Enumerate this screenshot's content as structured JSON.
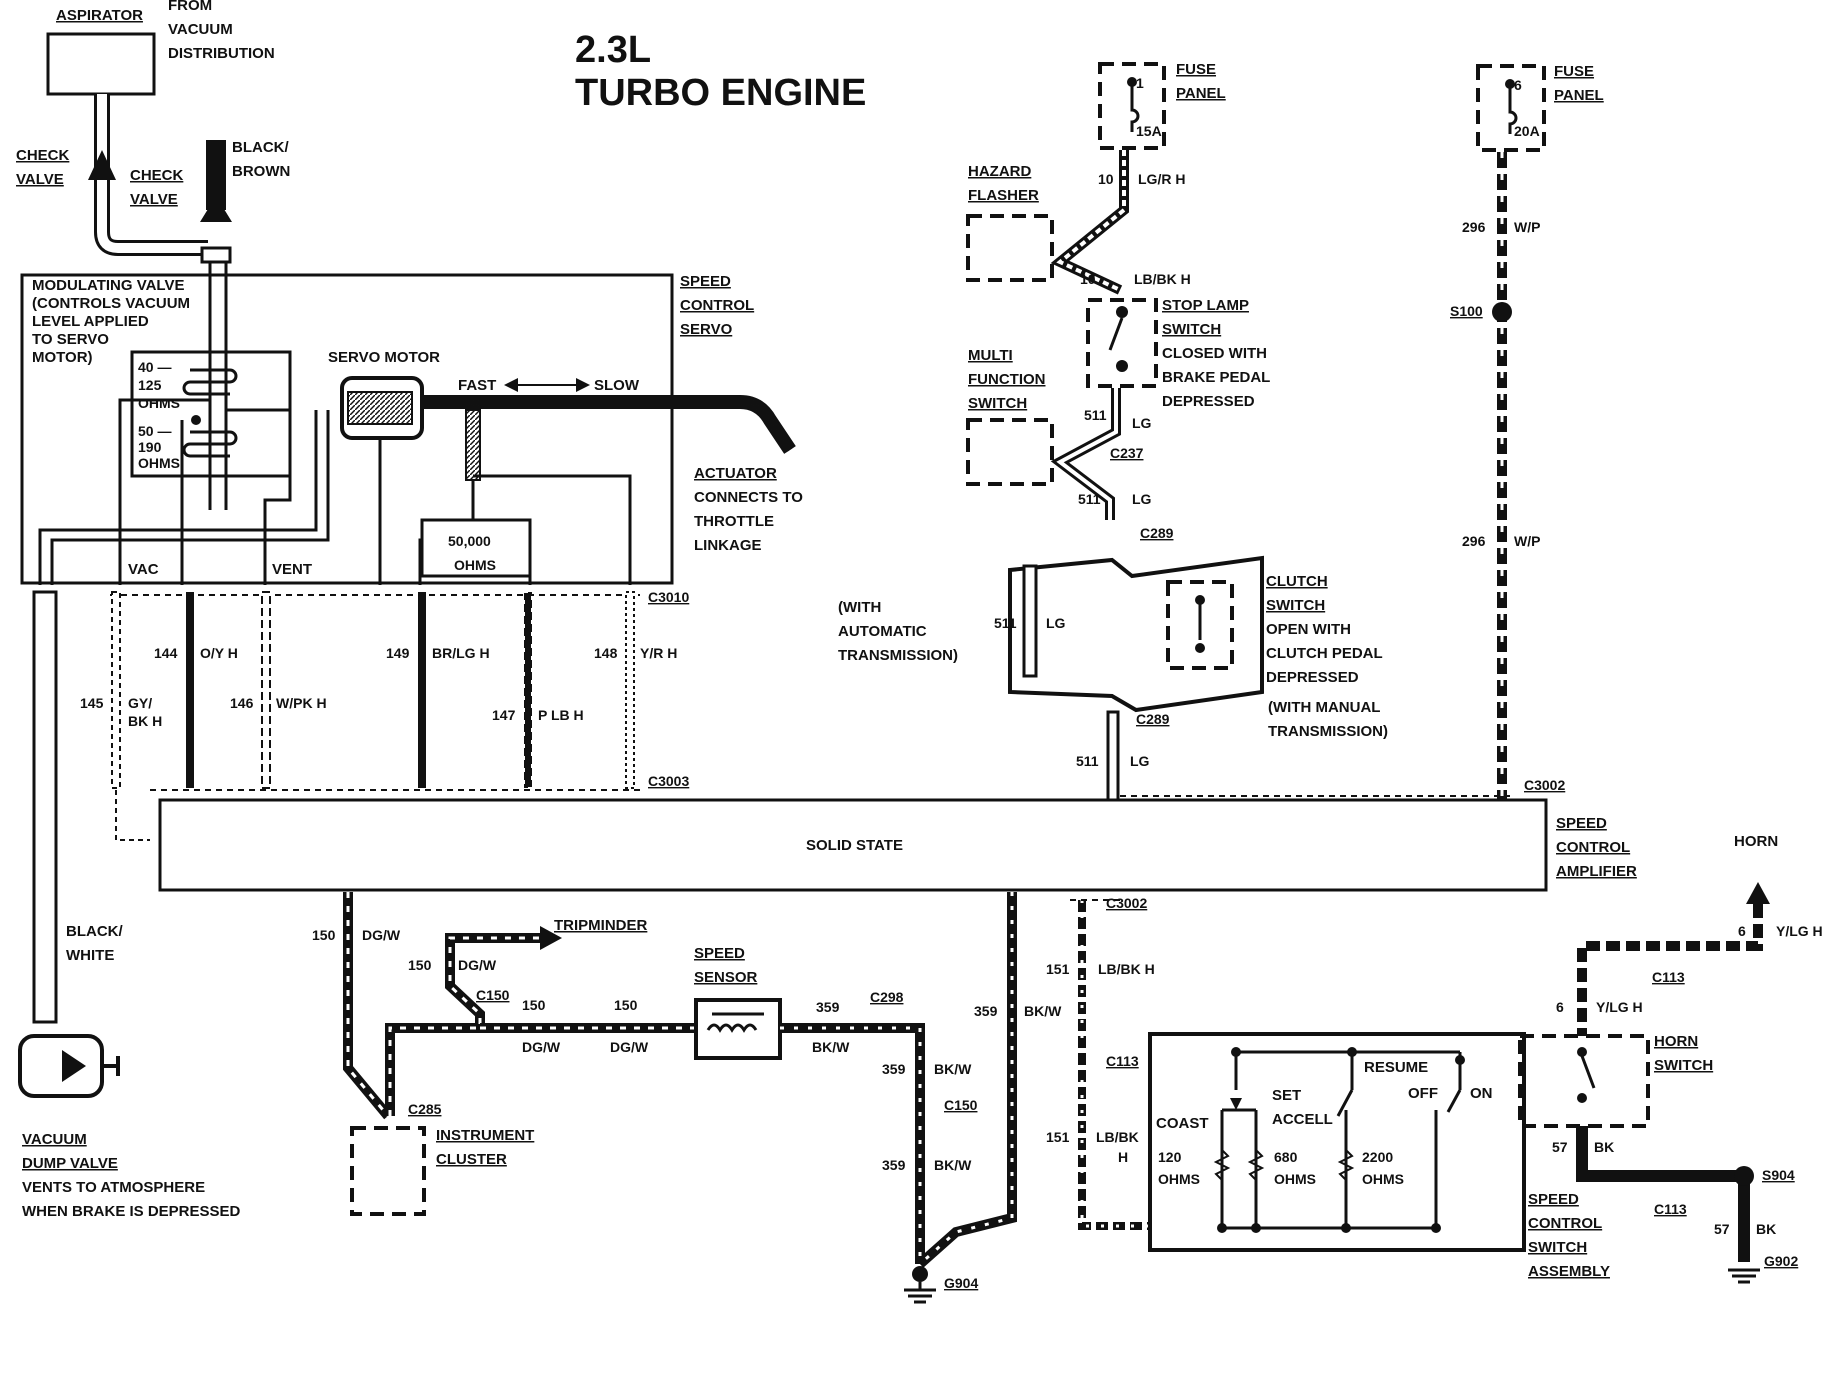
{
  "title": [
    "2.3L",
    "TURBO ENGINE"
  ],
  "top_left": {
    "aspirator": "ASPIRATOR",
    "from_vacuum": [
      "FROM",
      "VACUUM",
      "DISTRIBUTION"
    ],
    "check_valve_left": [
      "CHECK",
      "VALVE"
    ],
    "check_valve_right": [
      "CHECK",
      "VALVE"
    ],
    "black_brown": [
      "BLACK/",
      "BROWN"
    ]
  },
  "servo": {
    "title": [
      "SPEED",
      "CONTROL",
      "SERVO"
    ],
    "modulating_valve": [
      "MODULATING VALVE",
      "(CONTROLS VACUUM",
      "LEVEL APPLIED",
      "TO SERVO",
      "MOTOR)"
    ],
    "ohms_1": [
      "40 —",
      "125",
      "OHMS"
    ],
    "ohms_2": [
      "50 —",
      "190",
      "OHMS"
    ],
    "servo_motor": "SERVO MOTOR",
    "fast": "FAST",
    "slow": "SLOW",
    "pot": [
      "50,000",
      "OHMS"
    ],
    "vac": "VAC",
    "vent": "VENT",
    "actuator": [
      "ACTUATOR",
      "CONNECTS TO",
      "THROTTLE",
      "LINKAGE"
    ]
  },
  "connectors": {
    "c3010": "C3010",
    "c3003": "C3003",
    "c3002_top": "C3002",
    "c3002_bottom": "C3002",
    "c237": "C237",
    "c289_top": "C289",
    "c289_bottom": "C289",
    "c150_a": "C150",
    "c150_b": "C150",
    "c298": "C298",
    "c285": "C285",
    "c113_a": "C113",
    "c113_b": "C113",
    "c113_c": "C113"
  },
  "wires_upper": [
    {
      "num": "145",
      "color": [
        "GY/",
        "BK H"
      ]
    },
    {
      "num": "144",
      "color": [
        "O/Y H"
      ]
    },
    {
      "num": "146",
      "color": [
        "W/PK H"
      ]
    },
    {
      "num": "149",
      "color": [
        "BR/LG H"
      ]
    },
    {
      "num": "147",
      "color": [
        "P LB H"
      ]
    },
    {
      "num": "148",
      "color": [
        "Y/R H"
      ]
    }
  ],
  "stop_lamp": {
    "fuse_panel_1": [
      "FUSE",
      "PANEL"
    ],
    "fuse_1": "1",
    "fuse_1_amp": "15A",
    "w10a": "10",
    "w10a_color": "LG/R H",
    "hazard": [
      "HAZARD",
      "FLASHER"
    ],
    "w10b": "10",
    "w10b_color": "LB/BK H",
    "stop_switch": [
      "STOP LAMP",
      "SWITCH",
      "CLOSED WITH",
      "BRAKE PEDAL",
      "DEPRESSED"
    ],
    "multi": [
      "MULTI",
      "FUNCTION",
      "SWITCH"
    ],
    "w511a": "511",
    "w511a_color": "LG",
    "w511b": "511",
    "w511b_color": "LG",
    "auto_trans": [
      "(WITH",
      "AUTOMATIC",
      "TRANSMISSION)"
    ],
    "w511c": "511",
    "w511c_color": "LG",
    "clutch": [
      "CLUTCH",
      "SWITCH",
      "OPEN WITH",
      "CLUTCH PEDAL",
      "DEPRESSED"
    ],
    "manual_trans": [
      "(WITH MANUAL",
      "TRANSMISSION)"
    ],
    "w511d": "511",
    "w511d_color": "LG"
  },
  "power": {
    "fuse_panel_6": [
      "FUSE",
      "PANEL"
    ],
    "fuse_6": "6",
    "fuse_6_amp": "20A",
    "w296a": "296",
    "w296a_color": "W/P",
    "s100": "S100",
    "w296b": "296",
    "w296b_color": "W/P"
  },
  "amplifier": {
    "solid_state": "SOLID STATE",
    "label": [
      "SPEED",
      "CONTROL",
      "AMPLIFIER"
    ]
  },
  "lower_left": {
    "black_white": [
      "BLACK/",
      "WHITE"
    ],
    "dump_valve": [
      "VACUUM",
      "DUMP VALVE",
      "VENTS TO ATMOSPHERE",
      "WHEN BRAKE IS DEPRESSED"
    ],
    "w150a": "150",
    "w150a_color": "DG/W",
    "tripminder": "TRIPMINDER",
    "w150b": "150",
    "w150b_color": "DG/W",
    "w150c": "150",
    "w150c_color": "DG/W",
    "w150d": "150",
    "w150d_color": "DG/W",
    "speed_sensor": [
      "SPEED",
      "SENSOR"
    ],
    "w359a": "359",
    "w359a_color": "BK/W",
    "w359b": "359",
    "w359b_color": "BK/W",
    "w359c": "359",
    "w359c_color": "BK/W",
    "w359d": "359",
    "w359d_color": "BK/W",
    "instrument_cluster": [
      "INSTRUMENT",
      "CLUSTER"
    ],
    "g904": "G904"
  },
  "switch_assembly": {
    "w151a": "151",
    "w151a_color": "LB/BK H",
    "w151b": "151",
    "w151b_color": [
      "LB/BK",
      "H"
    ],
    "coast": "COAST",
    "set_accel": [
      "SET",
      "ACCELL"
    ],
    "resume": "RESUME",
    "off": "OFF",
    "on": "ON",
    "r120": [
      "120",
      "OHMS"
    ],
    "r680": [
      "680",
      "OHMS"
    ],
    "r2200": [
      "2200",
      "OHMS"
    ],
    "label": [
      "SPEED",
      "CONTROL",
      "SWITCH",
      "ASSEMBLY"
    ]
  },
  "horn": {
    "horn": "HORN",
    "w6a": "6",
    "w6a_color": "Y/LG H",
    "w6b": "6",
    "w6b_color": "Y/LG H",
    "horn_switch": [
      "HORN",
      "SWITCH"
    ],
    "w57a": "57",
    "w57a_color": "BK",
    "w57b": "57",
    "w57b_color": "BK",
    "s904": "S904",
    "g902": "G902"
  }
}
